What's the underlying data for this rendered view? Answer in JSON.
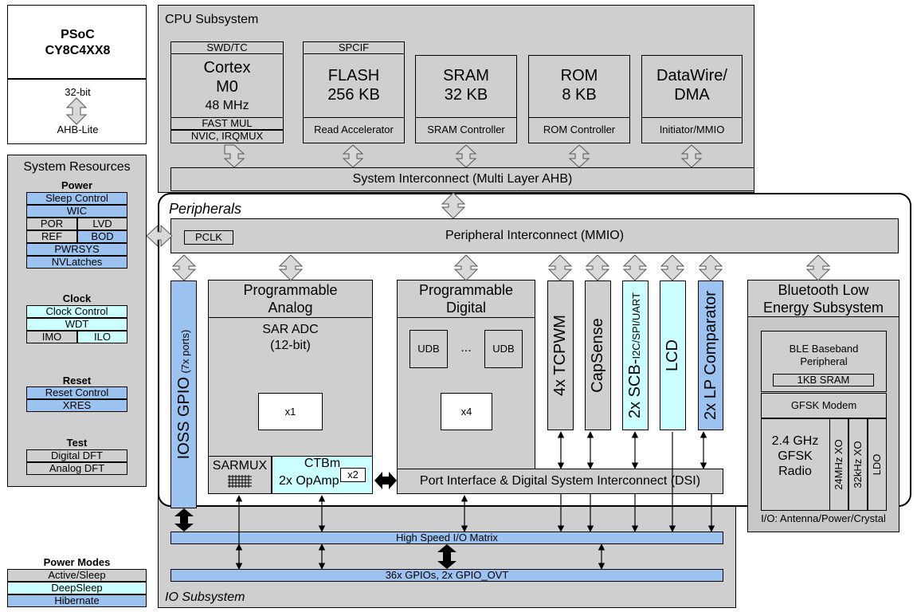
{
  "psoc": {
    "name": "PSoC",
    "part": "CY8C4XX8",
    "bus_top": "32-bit",
    "bus_bottom": "AHB-Lite"
  },
  "cpu": {
    "title": "CPU Subsystem",
    "cortex": {
      "top": "SWD/TC",
      "l1": "Cortex",
      "l2": "M0",
      "l3": "48 MHz",
      "b1": "FAST MUL",
      "b2": "NVIC, IRQMUX"
    },
    "flash": {
      "top": "SPCIF",
      "l1": "FLASH",
      "l2": "256 KB",
      "bottom": "Read Accelerator"
    },
    "sram": {
      "l1": "SRAM",
      "l2": "32 KB",
      "bottom": "SRAM Controller"
    },
    "rom": {
      "l1": "ROM",
      "l2": "8 KB",
      "bottom": "ROM Controller"
    },
    "dma": {
      "l1": "DataWire/",
      "l2": "DMA",
      "bottom": "Initiator/MMIO"
    },
    "interconnect": "System Interconnect (Multi Layer AHB)"
  },
  "sysres": {
    "title": "System Resources",
    "power": {
      "title": "Power",
      "items": [
        "Sleep Control",
        "WIC",
        "POR",
        "LVD",
        "REF",
        "BOD",
        "PWRSYS",
        "NVLatches"
      ]
    },
    "clock": {
      "title": "Clock",
      "items": [
        "Clock Control",
        "WDT",
        "IMO",
        "ILO"
      ]
    },
    "reset": {
      "title": "Reset",
      "items": [
        "Reset Control",
        "XRES"
      ]
    },
    "test": {
      "title": "Test",
      "items": [
        "Digital DFT",
        "Analog DFT"
      ]
    }
  },
  "power_modes": {
    "title": "Power Modes",
    "items": [
      "Active/Sleep",
      "DeepSleep",
      "Hibernate"
    ]
  },
  "peripherals": {
    "title": "Peripherals",
    "pclk": "PCLK",
    "interconnect": "Peripheral Interconnect (MMIO)",
    "gpio": {
      "main": "IOSS GPIO",
      "sub": "(7x ports)"
    },
    "analog": {
      "l1": "Programmable",
      "l2": "Analog",
      "sar1": "SAR ADC",
      "sar2": "(12-bit)",
      "x1": "x1",
      "sarmux": "SARMUX",
      "ctbm": "CTBm",
      "opamp": "2x OpAmp",
      "x2": "x2"
    },
    "digital": {
      "l1": "Programmable",
      "l2": "Digital",
      "udb1": "UDB",
      "dots": "...",
      "udb2": "UDB",
      "x4": "x4"
    },
    "tcpwm": "4x TCPWM",
    "capsense": "CapSense",
    "scb": {
      "main": "2x SCB-",
      "sub": "I2C/SPI/UART"
    },
    "lcd": "LCD",
    "lpcomp": "2x LP Comparator",
    "dsi": "Port Interface & Digital System Interconnect (DSI)",
    "ble": {
      "l1": "Bluetooth Low",
      "l2": "Energy Subsystem",
      "bb1": "BLE Baseband",
      "bb2": "Peripheral",
      "sram": "1KB SRAM",
      "gfsk": "GFSK Modem",
      "r1": "2.4 GHz",
      "r2": "GFSK",
      "r3": "Radio",
      "xo24": "24MHz XO",
      "xo32": "32kHz XO",
      "ldo": "LDO",
      "io": "I/O: Antenna/Power/Crystal"
    }
  },
  "io": {
    "title": "IO Subsystem",
    "hsiom": "High Speed I/O Matrix",
    "gpios": "36x GPIOs, 2x GPIO_OVT"
  },
  "colors": {
    "gray": "#cfcfcf",
    "blue": "#9cc3f0",
    "cyan": "#ccffff"
  }
}
